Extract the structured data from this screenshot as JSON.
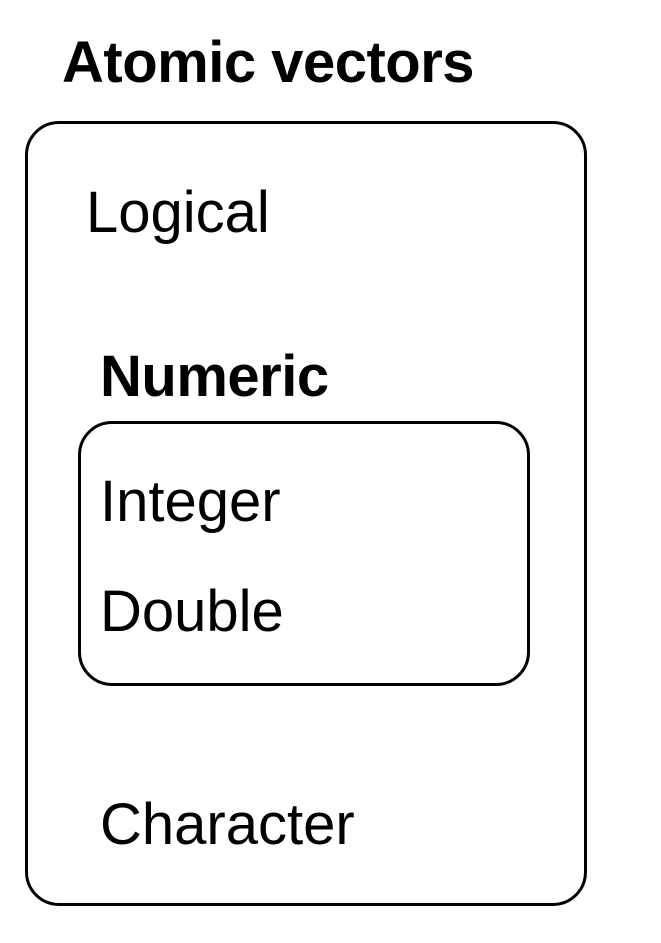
{
  "diagram": {
    "title": "Atomic vectors",
    "items": {
      "logical": "Logical",
      "numeric_group": {
        "label": "Numeric",
        "members": [
          "Integer",
          "Double"
        ]
      },
      "character": "Character"
    }
  }
}
